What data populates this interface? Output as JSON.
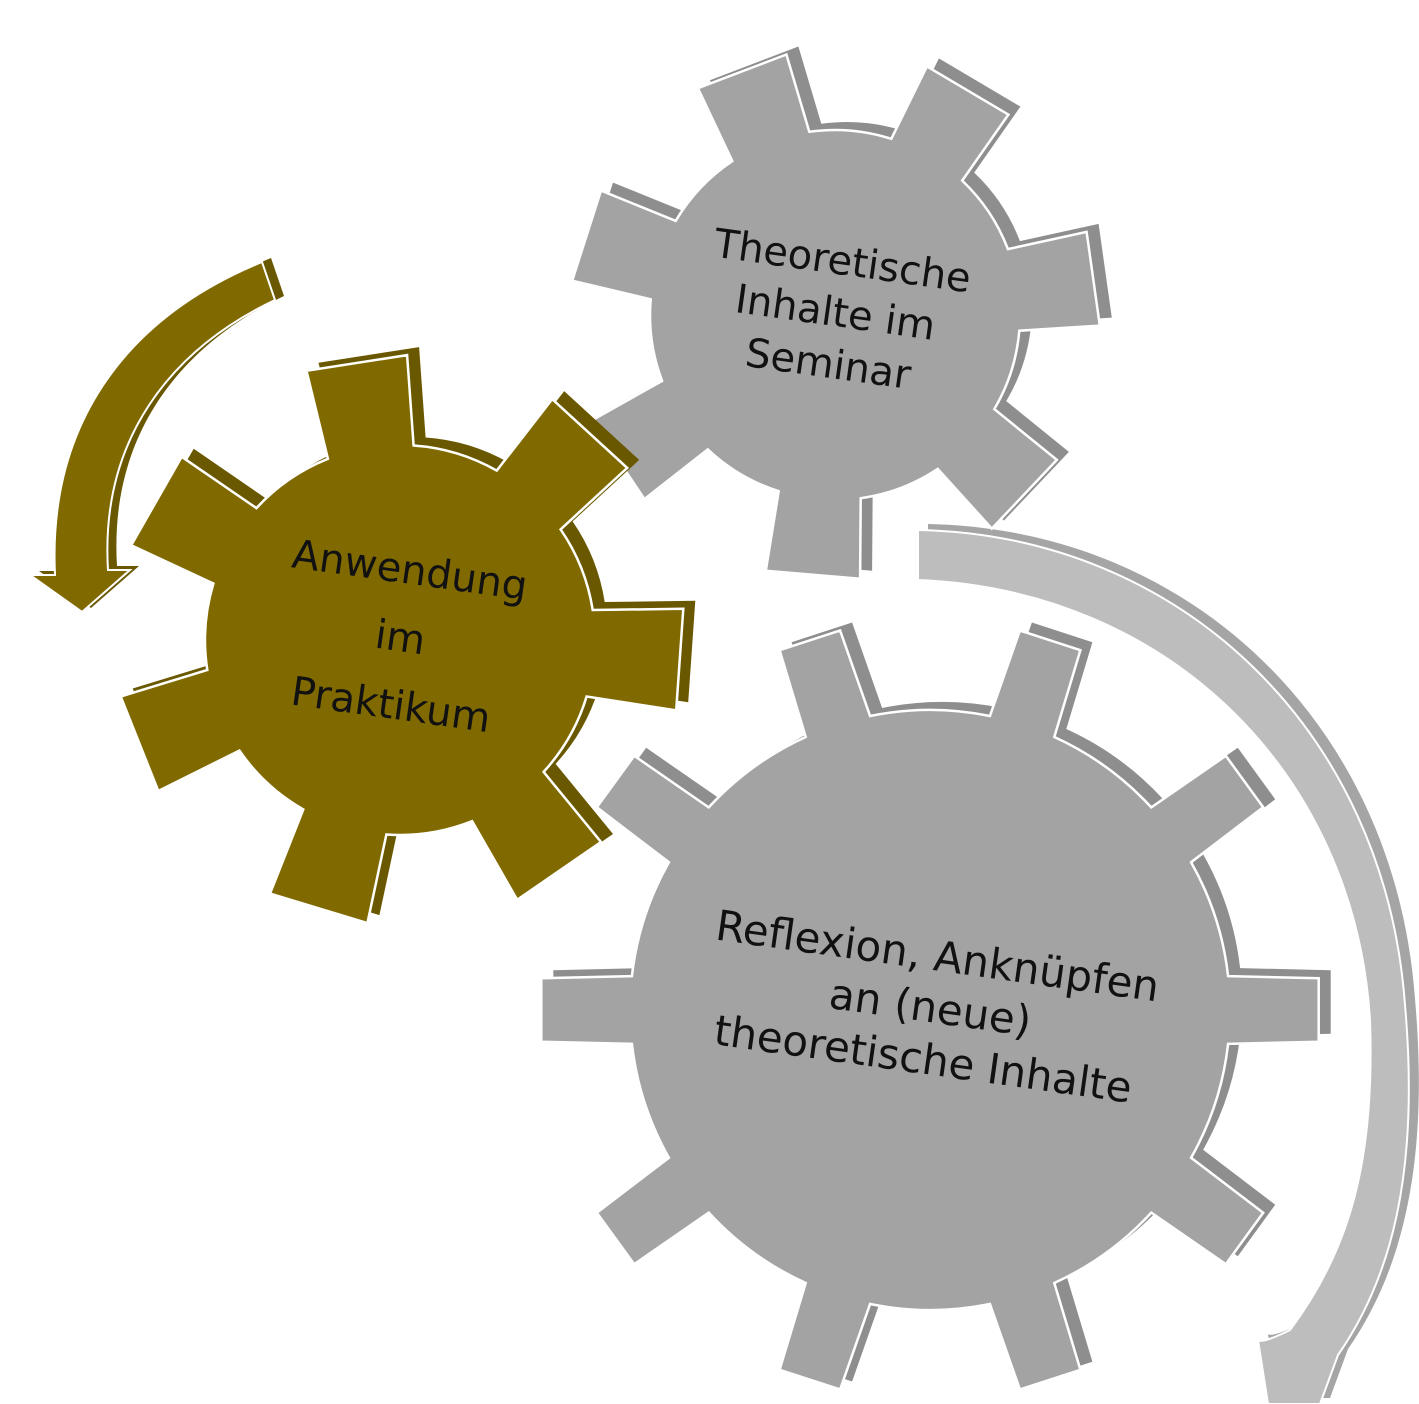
{
  "diagram": {
    "gears": [
      {
        "id": "theory",
        "lines": [
          "Theoretische",
          "Inhalte im",
          "Seminar"
        ],
        "color": "#a3a3a3",
        "shade": "#8e8e8e"
      },
      {
        "id": "practice",
        "lines": [
          "Anwendung",
          "im",
          "Praktikum"
        ],
        "color": "#806a00",
        "shade": "#6a5800"
      },
      {
        "id": "reflection",
        "lines": [
          "Reflexion, Anknüpfen",
          "an (neue)",
          "theoretische Inhalte"
        ],
        "color": "#a3a3a3",
        "shade": "#8e8e8e"
      }
    ],
    "arrows": [
      {
        "id": "practice-arrow",
        "color": "#806a00",
        "shade": "#6a5800"
      },
      {
        "id": "reflection-arrow",
        "color": "#bdbdbd",
        "shade": "#a5a5a5"
      }
    ]
  }
}
